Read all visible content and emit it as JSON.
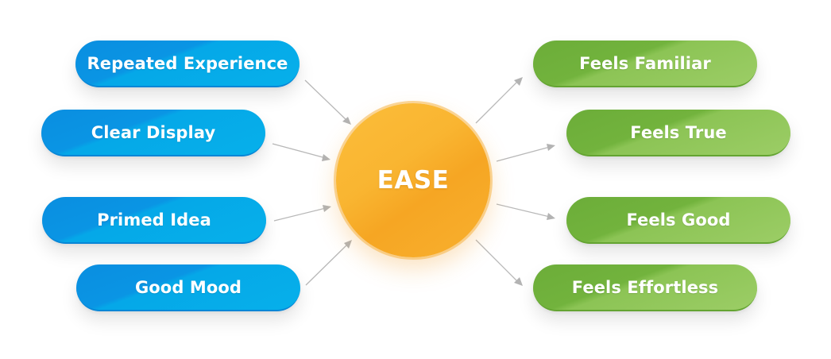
{
  "diagram": {
    "center": {
      "label": "EASE",
      "color": "#f8b02f"
    },
    "inputs": [
      {
        "label": "Repeated Experience"
      },
      {
        "label": "Clear Display"
      },
      {
        "label": "Primed Idea"
      },
      {
        "label": "Good Mood"
      }
    ],
    "outputs": [
      {
        "label": "Feels Familiar"
      },
      {
        "label": "Feels True"
      },
      {
        "label": "Feels Good"
      },
      {
        "label": "Feels Effortless"
      }
    ],
    "colors": {
      "input_pill": "#0a9ae4",
      "output_pill": "#7ab846",
      "arrow": "#b8b8b8",
      "text": "#ffffff"
    }
  }
}
